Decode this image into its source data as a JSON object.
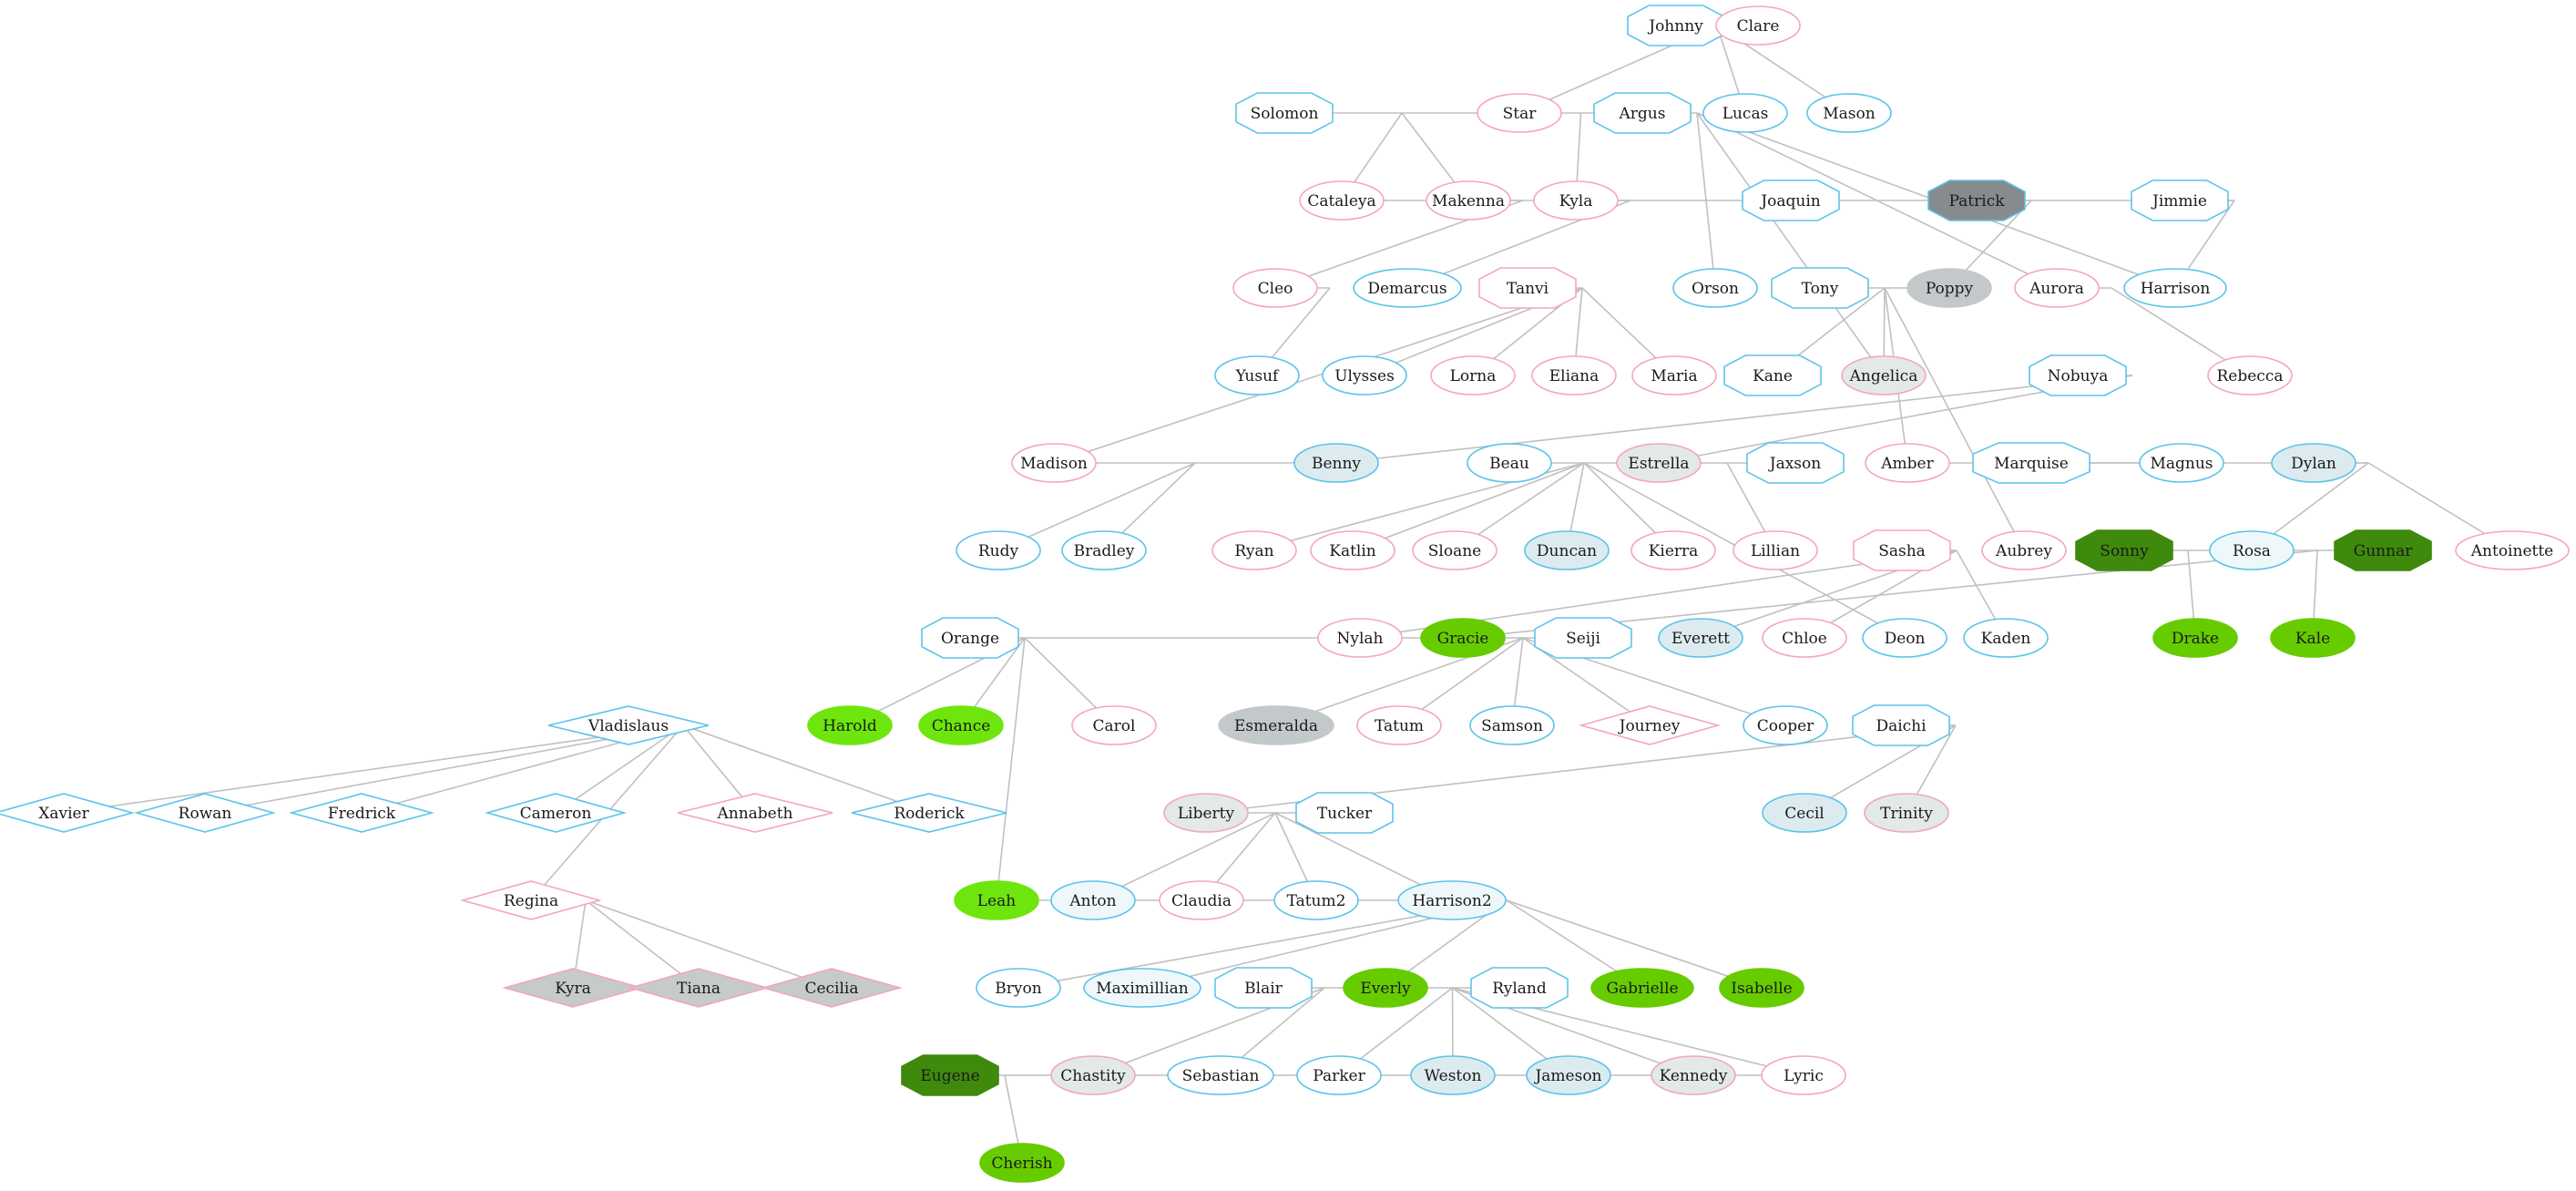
{
  "title": "",
  "people": [
    {
      "id": "Johnny",
      "label": "Johnny",
      "shape": "octagon",
      "style": "male"
    },
    {
      "id": "Clare",
      "label": "Clare",
      "shape": "ellipse",
      "style": "female"
    },
    {
      "id": "Solomon",
      "label": "Solomon",
      "shape": "octagon",
      "style": "male"
    },
    {
      "id": "Star",
      "label": "Star",
      "shape": "ellipse",
      "style": "female"
    },
    {
      "id": "Argus",
      "label": "Argus",
      "shape": "octagon",
      "style": "male"
    },
    {
      "id": "Lucas",
      "label": "Lucas",
      "shape": "ellipse",
      "style": "male"
    },
    {
      "id": "Mason",
      "label": "Mason",
      "shape": "ellipse",
      "style": "male"
    },
    {
      "id": "Cataleya",
      "label": "Cataleya",
      "shape": "ellipse",
      "style": "female"
    },
    {
      "id": "Makenna",
      "label": "Makenna",
      "shape": "ellipse",
      "style": "female"
    },
    {
      "id": "Kyla",
      "label": "Kyla",
      "shape": "ellipse",
      "style": "female"
    },
    {
      "id": "Joaquin",
      "label": "Joaquin",
      "shape": "octagon",
      "style": "male"
    },
    {
      "id": "Patrick",
      "label": "Patrick",
      "shape": "octagon",
      "style": "gray-dark"
    },
    {
      "id": "Jimmie",
      "label": "Jimmie",
      "shape": "octagon",
      "style": "male"
    },
    {
      "id": "Cleo",
      "label": "Cleo",
      "shape": "ellipse",
      "style": "female"
    },
    {
      "id": "Demarcus",
      "label": "Demarcus",
      "shape": "ellipse",
      "style": "male"
    },
    {
      "id": "Tanvi",
      "label": "Tanvi",
      "shape": "octagon",
      "style": "female"
    },
    {
      "id": "Orson",
      "label": "Orson",
      "shape": "ellipse",
      "style": "male"
    },
    {
      "id": "Tony",
      "label": "Tony",
      "shape": "octagon",
      "style": "male"
    },
    {
      "id": "Poppy",
      "label": "Poppy",
      "shape": "ellipse",
      "style": "gray"
    },
    {
      "id": "Aurora",
      "label": "Aurora",
      "shape": "ellipse",
      "style": "female"
    },
    {
      "id": "Harrison",
      "label": "Harrison",
      "shape": "ellipse",
      "style": "male"
    },
    {
      "id": "Yusuf",
      "label": "Yusuf",
      "shape": "ellipse",
      "style": "male"
    },
    {
      "id": "Ulysses",
      "label": "Ulysses",
      "shape": "ellipse",
      "style": "male"
    },
    {
      "id": "Lorna",
      "label": "Lorna",
      "shape": "ellipse",
      "style": "female"
    },
    {
      "id": "Eliana",
      "label": "Eliana",
      "shape": "ellipse",
      "style": "female"
    },
    {
      "id": "Maria",
      "label": "Maria",
      "shape": "ellipse",
      "style": "female"
    },
    {
      "id": "Kane",
      "label": "Kane",
      "shape": "octagon",
      "style": "male"
    },
    {
      "id": "Angelica",
      "label": "Angelica",
      "shape": "ellipse",
      "style": "light-gray"
    },
    {
      "id": "Nobuya",
      "label": "Nobuya",
      "shape": "octagon",
      "style": "male"
    },
    {
      "id": "Rebecca",
      "label": "Rebecca",
      "shape": "ellipse",
      "style": "female"
    },
    {
      "id": "Madison",
      "label": "Madison",
      "shape": "ellipse",
      "style": "female"
    },
    {
      "id": "Benny",
      "label": "Benny",
      "shape": "ellipse",
      "style": "light-blue"
    },
    {
      "id": "Beau",
      "label": "Beau",
      "shape": "ellipse",
      "style": "male"
    },
    {
      "id": "Estrella",
      "label": "Estrella",
      "shape": "ellipse",
      "style": "light-gray"
    },
    {
      "id": "Jaxson",
      "label": "Jaxson",
      "shape": "octagon",
      "style": "male"
    },
    {
      "id": "Amber",
      "label": "Amber",
      "shape": "ellipse",
      "style": "female"
    },
    {
      "id": "Marquise",
      "label": "Marquise",
      "shape": "octagon",
      "style": "male"
    },
    {
      "id": "Magnus",
      "label": "Magnus",
      "shape": "ellipse",
      "style": "male"
    },
    {
      "id": "Dylan",
      "label": "Dylan",
      "shape": "ellipse",
      "style": "light-blue"
    },
    {
      "id": "Rudy",
      "label": "Rudy",
      "shape": "ellipse",
      "style": "male"
    },
    {
      "id": "Bradley",
      "label": "Bradley",
      "shape": "ellipse",
      "style": "male"
    },
    {
      "id": "Ryan",
      "label": "Ryan",
      "shape": "ellipse",
      "style": "female"
    },
    {
      "id": "Katlin",
      "label": "Katlin",
      "shape": "ellipse",
      "style": "female"
    },
    {
      "id": "Sloane",
      "label": "Sloane",
      "shape": "ellipse",
      "style": "female"
    },
    {
      "id": "Duncan",
      "label": "Duncan",
      "shape": "ellipse",
      "style": "light-blue"
    },
    {
      "id": "Kierra",
      "label": "Kierra",
      "shape": "ellipse",
      "style": "female"
    },
    {
      "id": "Lillian",
      "label": "Lillian",
      "shape": "ellipse",
      "style": "female"
    },
    {
      "id": "Sasha",
      "label": "Sasha",
      "shape": "octagon",
      "style": "female"
    },
    {
      "id": "Aubrey",
      "label": "Aubrey",
      "shape": "ellipse",
      "style": "female"
    },
    {
      "id": "Sonny",
      "label": "Sonny",
      "shape": "octagon",
      "style": "green-dark"
    },
    {
      "id": "Rosa",
      "label": "Rosa",
      "shape": "ellipse",
      "style": "light-blue-f"
    },
    {
      "id": "Gunnar",
      "label": "Gunnar",
      "shape": "octagon",
      "style": "green-dark"
    },
    {
      "id": "Antoinette",
      "label": "Antoinette",
      "shape": "ellipse",
      "style": "female"
    },
    {
      "id": "Orange",
      "label": "Orange",
      "shape": "octagon",
      "style": "male"
    },
    {
      "id": "Nylah",
      "label": "Nylah",
      "shape": "ellipse",
      "style": "female"
    },
    {
      "id": "Gracie",
      "label": "Gracie",
      "shape": "ellipse",
      "style": "green"
    },
    {
      "id": "Seiji",
      "label": "Seiji",
      "shape": "octagon",
      "style": "male"
    },
    {
      "id": "Everett",
      "label": "Everett",
      "shape": "ellipse",
      "style": "light-blue"
    },
    {
      "id": "Chloe",
      "label": "Chloe",
      "shape": "ellipse",
      "style": "female"
    },
    {
      "id": "Deon",
      "label": "Deon",
      "shape": "ellipse",
      "style": "male"
    },
    {
      "id": "Kaden",
      "label": "Kaden",
      "shape": "ellipse",
      "style": "male"
    },
    {
      "id": "Drake",
      "label": "Drake",
      "shape": "ellipse",
      "style": "green"
    },
    {
      "id": "Kale",
      "label": "Kale",
      "shape": "ellipse",
      "style": "green"
    },
    {
      "id": "Vladislaus",
      "label": "Vladislaus",
      "shape": "diamond",
      "style": "male"
    },
    {
      "id": "Harold",
      "label": "Harold",
      "shape": "ellipse",
      "style": "green-bright"
    },
    {
      "id": "Chance",
      "label": "Chance",
      "shape": "ellipse",
      "style": "green-bright"
    },
    {
      "id": "Carol",
      "label": "Carol",
      "shape": "ellipse",
      "style": "female"
    },
    {
      "id": "Esmeralda",
      "label": "Esmeralda",
      "shape": "ellipse",
      "style": "gray"
    },
    {
      "id": "Tatum",
      "label": "Tatum",
      "shape": "ellipse",
      "style": "female"
    },
    {
      "id": "Samson",
      "label": "Samson",
      "shape": "ellipse",
      "style": "male"
    },
    {
      "id": "Journey",
      "label": "Journey",
      "shape": "diamond",
      "style": "female"
    },
    {
      "id": "Cooper",
      "label": "Cooper",
      "shape": "ellipse",
      "style": "male"
    },
    {
      "id": "Daichi",
      "label": "Daichi",
      "shape": "octagon",
      "style": "male"
    },
    {
      "id": "Xavier",
      "label": "Xavier",
      "shape": "diamond",
      "style": "male"
    },
    {
      "id": "Rowan",
      "label": "Rowan",
      "shape": "diamond",
      "style": "male"
    },
    {
      "id": "Fredrick",
      "label": "Fredrick",
      "shape": "diamond",
      "style": "male"
    },
    {
      "id": "Cameron",
      "label": "Cameron",
      "shape": "diamond",
      "style": "male"
    },
    {
      "id": "Annabeth",
      "label": "Annabeth",
      "shape": "diamond",
      "style": "female"
    },
    {
      "id": "Roderick",
      "label": "Roderick",
      "shape": "diamond",
      "style": "male"
    },
    {
      "id": "Liberty",
      "label": "Liberty",
      "shape": "ellipse",
      "style": "light-gray"
    },
    {
      "id": "Tucker",
      "label": "Tucker",
      "shape": "octagon",
      "style": "male"
    },
    {
      "id": "Cecil",
      "label": "Cecil",
      "shape": "ellipse",
      "style": "light-blue"
    },
    {
      "id": "Trinity",
      "label": "Trinity",
      "shape": "ellipse",
      "style": "light-gray"
    },
    {
      "id": "Regina",
      "label": "Regina",
      "shape": "diamond",
      "style": "female"
    },
    {
      "id": "Leah",
      "label": "Leah",
      "shape": "ellipse",
      "style": "green-bright"
    },
    {
      "id": "Anton",
      "label": "Anton",
      "shape": "ellipse",
      "style": "light-blue-f"
    },
    {
      "id": "Claudia",
      "label": "Claudia",
      "shape": "ellipse",
      "style": "female"
    },
    {
      "id": "Tatum2",
      "label": "Tatum2",
      "shape": "ellipse",
      "style": "male"
    },
    {
      "id": "Harrison2",
      "label": "Harrison2",
      "shape": "ellipse",
      "style": "light-blue-f"
    },
    {
      "id": "Kyra",
      "label": "Kyra",
      "shape": "diamond",
      "style": "gray-f"
    },
    {
      "id": "Tiana",
      "label": "Tiana",
      "shape": "diamond",
      "style": "gray-f"
    },
    {
      "id": "Cecilia",
      "label": "Cecilia",
      "shape": "diamond",
      "style": "gray-f"
    },
    {
      "id": "Bryon",
      "label": "Bryon",
      "shape": "ellipse",
      "style": "male"
    },
    {
      "id": "Maximillian",
      "label": "Maximillian",
      "shape": "ellipse",
      "style": "light-blue-f"
    },
    {
      "id": "Blair",
      "label": "Blair",
      "shape": "octagon",
      "style": "male"
    },
    {
      "id": "Everly",
      "label": "Everly",
      "shape": "ellipse",
      "style": "green"
    },
    {
      "id": "Ryland",
      "label": "Ryland",
      "shape": "octagon",
      "style": "male"
    },
    {
      "id": "Gabrielle",
      "label": "Gabrielle",
      "shape": "ellipse",
      "style": "green"
    },
    {
      "id": "Isabelle",
      "label": "Isabelle",
      "shape": "ellipse",
      "style": "green"
    },
    {
      "id": "Eugene",
      "label": "Eugene",
      "shape": "octagon",
      "style": "green-dark"
    },
    {
      "id": "Chastity",
      "label": "Chastity",
      "shape": "ellipse",
      "style": "light-gray"
    },
    {
      "id": "Sebastian",
      "label": "Sebastian",
      "shape": "ellipse",
      "style": "male"
    },
    {
      "id": "Parker",
      "label": "Parker",
      "shape": "ellipse",
      "style": "male"
    },
    {
      "id": "Weston",
      "label": "Weston",
      "shape": "ellipse",
      "style": "light-blue"
    },
    {
      "id": "Jameson",
      "label": "Jameson",
      "shape": "ellipse",
      "style": "light-blue"
    },
    {
      "id": "Kennedy",
      "label": "Kennedy",
      "shape": "ellipse",
      "style": "light-gray"
    },
    {
      "id": "Lyric",
      "label": "Lyric",
      "shape": "ellipse",
      "style": "female"
    },
    {
      "id": "Cherish",
      "label": "Cherish",
      "shape": "ellipse",
      "style": "green"
    }
  ],
  "families": [
    {
      "parents": [
        "Johnny",
        "Clare"
      ],
      "children": [
        "Star",
        "Lucas",
        "Mason"
      ]
    },
    {
      "parents": [
        "Solomon",
        "Star"
      ],
      "children": [
        "Cataleya",
        "Makenna"
      ]
    },
    {
      "parents": [
        "Star",
        "Argus"
      ],
      "children": [
        "Kyla"
      ]
    },
    {
      "parents": [
        "Argus"
      ],
      "children": [
        "Orson",
        "Aurora",
        "Harrison",
        "Angelica"
      ]
    },
    {
      "parents": [
        "Patrick"
      ],
      "children": [
        "Poppy"
      ]
    },
    {
      "parents": [
        "Jimmie"
      ],
      "children": [
        "Harrison",
        "Cataleya"
      ]
    },
    {
      "parents": [
        "Makenna"
      ],
      "children": [
        "Cleo"
      ]
    },
    {
      "parents": [
        "Kyla"
      ],
      "children": [
        "Demarcus"
      ]
    },
    {
      "parents": [
        "Cleo"
      ],
      "children": [
        "Yusuf"
      ]
    },
    {
      "parents": [
        "Tanvi"
      ],
      "children": [
        "Ulysses",
        "Lorna",
        "Eliana",
        "Maria",
        "Madison"
      ]
    },
    {
      "parents": [
        "Tony",
        "Poppy"
      ],
      "children": [
        "Kane",
        "Angelica",
        "Amber",
        "Aubrey"
      ]
    },
    {
      "parents": [
        "Aurora"
      ],
      "children": [
        "Rebecca"
      ]
    },
    {
      "parents": [
        "Nobuya"
      ],
      "children": [
        "Benny",
        "Estrella"
      ]
    },
    {
      "parents": [
        "Madison",
        "Benny"
      ],
      "children": [
        "Rudy",
        "Bradley"
      ]
    },
    {
      "parents": [
        "Beau",
        "Estrella"
      ],
      "children": [
        "Ryan",
        "Katlin",
        "Sloane",
        "Duncan",
        "Kierra",
        "Deon"
      ]
    },
    {
      "parents": [
        "Estrella",
        "Jaxson"
      ],
      "children": [
        "Lillian"
      ]
    },
    {
      "parents": [
        "Marquise",
        "Magnus"
      ],
      "children": []
    },
    {
      "parents": [
        "Dylan"
      ],
      "children": [
        "Amber",
        "Antoinette",
        "Rosa"
      ]
    },
    {
      "parents": [
        "Sasha"
      ],
      "children": [
        "Everett",
        "Chloe",
        "Kaden",
        "Nylah"
      ]
    },
    {
      "parents": [
        "Sonny",
        "Rosa"
      ],
      "children": [
        "Drake"
      ]
    },
    {
      "parents": [
        "Rosa",
        "Gunnar"
      ],
      "children": [
        "Kale",
        "Gracie"
      ]
    },
    {
      "parents": [
        "Orange"
      ],
      "children": [
        "Harold",
        "Chance",
        "Carol",
        "Leah",
        "Gracie"
      ]
    },
    {
      "parents": [
        "Gracie",
        "Seiji"
      ],
      "children": [
        "Esmeralda",
        "Tatum",
        "Samson",
        "Journey",
        "Cooper"
      ]
    },
    {
      "parents": [
        "Daichi"
      ],
      "children": [
        "Cecil",
        "Trinity",
        "Liberty"
      ]
    },
    {
      "parents": [
        "Vladislaus"
      ],
      "children": [
        "Xavier",
        "Rowan",
        "Fredrick",
        "Cameron",
        "Annabeth",
        "Roderick",
        "Regina"
      ]
    },
    {
      "parents": [
        "Liberty",
        "Tucker"
      ],
      "children": [
        "Claudia",
        "Tatum2",
        "Anton",
        "Harrison2"
      ]
    },
    {
      "parents": [
        "Regina"
      ],
      "children": [
        "Kyra",
        "Tiana",
        "Cecilia"
      ]
    },
    {
      "parents": [
        "Harrison2"
      ],
      "children": [
        "Leah",
        "Bryon",
        "Maximillian",
        "Everly",
        "Gabrielle",
        "Isabelle"
      ]
    },
    {
      "parents": [
        "Blair",
        "Everly"
      ],
      "children": [
        "Chastity",
        "Sebastian"
      ]
    },
    {
      "parents": [
        "Everly",
        "Ryland"
      ],
      "children": [
        "Parker",
        "Weston",
        "Jameson",
        "Kennedy",
        "Lyric"
      ]
    },
    {
      "parents": [
        "Eugene"
      ],
      "children": [
        "Cherish",
        "Lyric"
      ]
    }
  ],
  "styles": {
    "male": {
      "fill": "#ffffff",
      "stroke": "#5bc4ea"
    },
    "female": {
      "fill": "#ffffff",
      "stroke": "#f4a6bd"
    },
    "light-blue": {
      "fill": "#dcebef",
      "stroke": "#5bc4ea"
    },
    "light-blue-f": {
      "fill": "#eef8fb",
      "stroke": "#5bc4ea"
    },
    "light-gray": {
      "fill": "#e3e8e9",
      "stroke": "#f4a6bd"
    },
    "gray": {
      "fill": "#c3c9ca",
      "stroke": "#c3c9ca"
    },
    "gray-f": {
      "fill": "#c6caca",
      "stroke": "#f4a6bd"
    },
    "gray-dark": {
      "fill": "#868c8d",
      "stroke": "#5bc4ea"
    },
    "green": {
      "fill": "#66cc00",
      "stroke": "#66cc00"
    },
    "green-bright": {
      "fill": "#6ee60e",
      "stroke": "#6ee60e"
    },
    "green-dark": {
      "fill": "#3f8a0c",
      "stroke": "#3f8a0c"
    }
  }
}
